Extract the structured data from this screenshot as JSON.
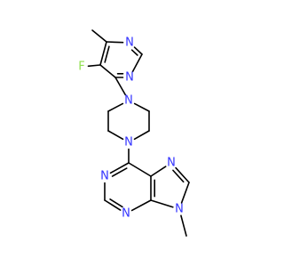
{
  "molecule": {
    "atoms": [
      {
        "id": "me1",
        "symbol": "",
        "color": "#000000"
      },
      {
        "id": "c6p",
        "symbol": "",
        "color": "#000000"
      },
      {
        "id": "n1p",
        "symbol": "N",
        "color": "#3333ff"
      },
      {
        "id": "c2p",
        "symbol": "",
        "color": "#000000"
      },
      {
        "id": "n3p",
        "symbol": "N",
        "color": "#3333ff"
      },
      {
        "id": "c4p",
        "symbol": "",
        "color": "#000000"
      },
      {
        "id": "c5p",
        "symbol": "",
        "color": "#000000"
      },
      {
        "id": "f",
        "symbol": "F",
        "color": "#90e050"
      },
      {
        "id": "np1",
        "symbol": "N",
        "color": "#3333ff"
      },
      {
        "id": "cpa",
        "symbol": "",
        "color": "#000000"
      },
      {
        "id": "cpb",
        "symbol": "",
        "color": "#000000"
      },
      {
        "id": "np4",
        "symbol": "N",
        "color": "#3333ff"
      },
      {
        "id": "cpc",
        "symbol": "",
        "color": "#000000"
      },
      {
        "id": "cpd",
        "symbol": "",
        "color": "#000000"
      },
      {
        "id": "c6u",
        "symbol": "",
        "color": "#000000"
      },
      {
        "id": "n1u",
        "symbol": "N",
        "color": "#3333ff"
      },
      {
        "id": "c2u",
        "symbol": "",
        "color": "#000000"
      },
      {
        "id": "n3u",
        "symbol": "N",
        "color": "#3333ff"
      },
      {
        "id": "c4u",
        "symbol": "",
        "color": "#000000"
      },
      {
        "id": "c5u",
        "symbol": "",
        "color": "#000000"
      },
      {
        "id": "n7u",
        "symbol": "N",
        "color": "#3333ff"
      },
      {
        "id": "c8u",
        "symbol": "",
        "color": "#000000"
      },
      {
        "id": "n9u",
        "symbol": "N",
        "color": "#3333ff"
      },
      {
        "id": "me2",
        "symbol": "",
        "color": "#000000"
      }
    ],
    "bonds": [
      {
        "a": "me1",
        "b": "c6p",
        "order": 1
      },
      {
        "a": "c6p",
        "b": "n1p",
        "order": 1
      },
      {
        "a": "n1p",
        "b": "c2p",
        "order": 2
      },
      {
        "a": "c2p",
        "b": "n3p",
        "order": 1
      },
      {
        "a": "n3p",
        "b": "c4p",
        "order": 2
      },
      {
        "a": "c4p",
        "b": "c5p",
        "order": 1
      },
      {
        "a": "c5p",
        "b": "c6p",
        "order": 2
      },
      {
        "a": "c5p",
        "b": "f",
        "order": 1
      },
      {
        "a": "c4p",
        "b": "np1",
        "order": 1
      },
      {
        "a": "np1",
        "b": "cpa",
        "order": 1
      },
      {
        "a": "cpa",
        "b": "cpb",
        "order": 1
      },
      {
        "a": "cpb",
        "b": "np4",
        "order": 1
      },
      {
        "a": "np4",
        "b": "cpc",
        "order": 1
      },
      {
        "a": "cpc",
        "b": "cpd",
        "order": 1
      },
      {
        "a": "cpd",
        "b": "np1",
        "order": 1
      },
      {
        "a": "np4",
        "b": "c6u",
        "order": 1
      },
      {
        "a": "c6u",
        "b": "n1u",
        "order": 2
      },
      {
        "a": "n1u",
        "b": "c2u",
        "order": 1
      },
      {
        "a": "c2u",
        "b": "n3u",
        "order": 2
      },
      {
        "a": "n3u",
        "b": "c4u",
        "order": 1
      },
      {
        "a": "c4u",
        "b": "c5u",
        "order": 2
      },
      {
        "a": "c5u",
        "b": "c6u",
        "order": 1
      },
      {
        "a": "c5u",
        "b": "n7u",
        "order": 1
      },
      {
        "a": "n7u",
        "b": "c8u",
        "order": 2
      },
      {
        "a": "c8u",
        "b": "n9u",
        "order": 1
      },
      {
        "a": "n9u",
        "b": "c4u",
        "order": 1
      },
      {
        "a": "n9u",
        "b": "me2",
        "order": 1
      }
    ]
  }
}
